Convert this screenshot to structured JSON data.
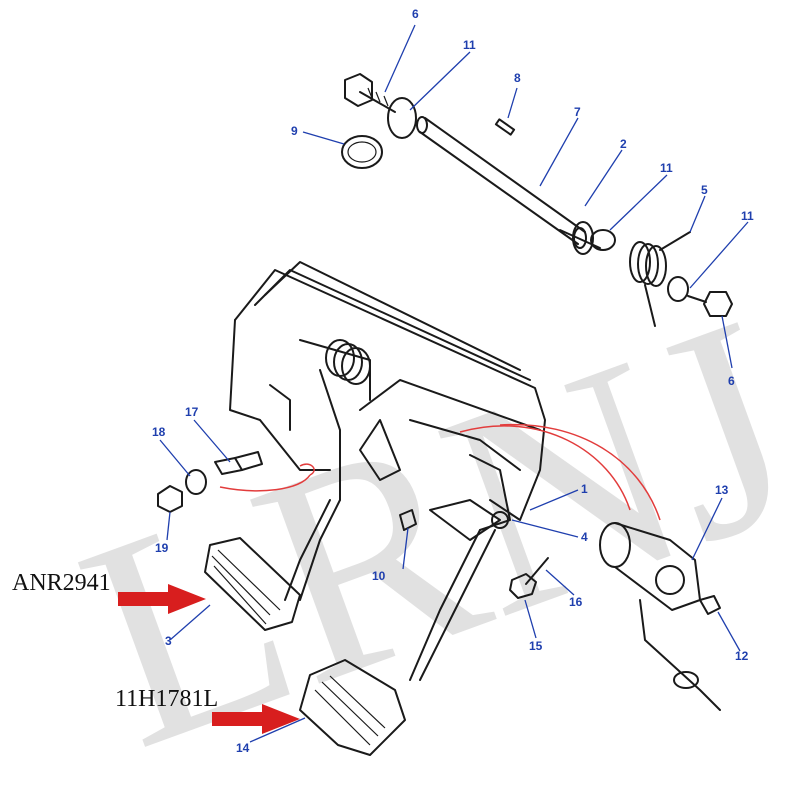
{
  "watermark": {
    "text": "LRNJ"
  },
  "callouts": {
    "c1": "1",
    "c2": "2",
    "c3": "3",
    "c4": "4",
    "c5": "5",
    "c6a": "6",
    "c6b": "6",
    "c7": "7",
    "c8": "8",
    "c9": "9",
    "c10": "10",
    "c11a": "11",
    "c11b": "11",
    "c11c": "11",
    "c12": "12",
    "c13": "13",
    "c14": "14",
    "c15": "15",
    "c16": "16",
    "c17": "17",
    "c18": "18",
    "c19": "19"
  },
  "part_labels": {
    "pad_3": "ANR2941",
    "pad_14": "11H1781L"
  },
  "colors": {
    "callout": "#1f3fae",
    "arrow": "#d81e1e",
    "wire": "#e23c3c",
    "watermark": "#bdbdbd"
  }
}
